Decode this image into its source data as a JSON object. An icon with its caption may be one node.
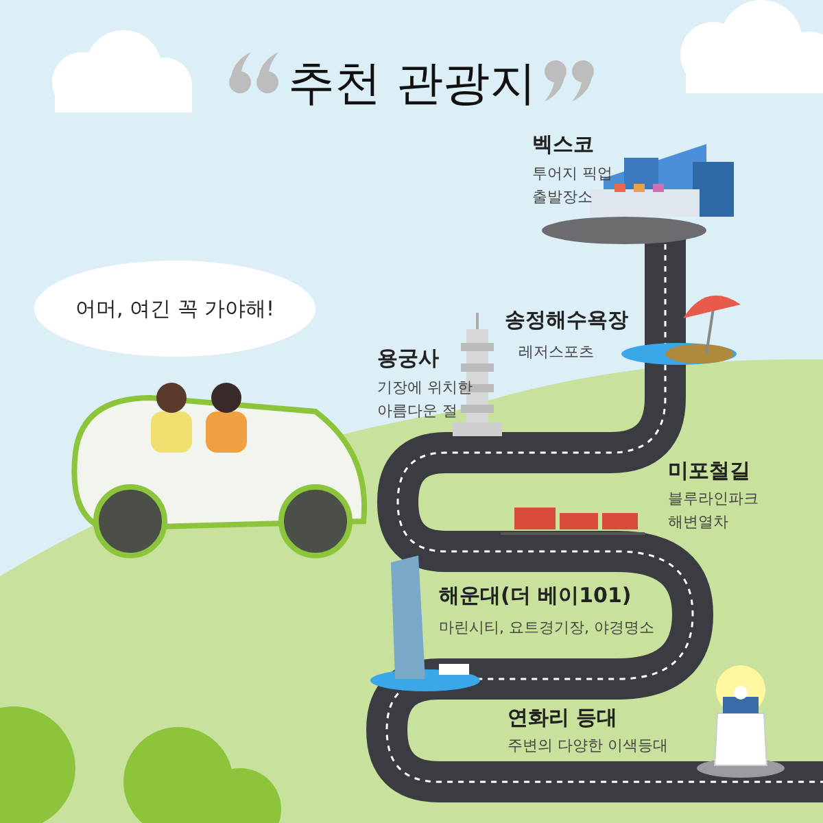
{
  "diagram": {
    "title": "추천 관광지",
    "nodes": [
      {
        "text": [
          "어머, 여긴 꼭 가야해!"
        ]
      }
    ],
    "labels": [
      "벡스코",
      "투어지 픽업 출발장소",
      "송정해수욕장",
      "레저스포츠",
      "용궁사",
      "기장에 위치한 아름다운 절",
      "미포철길",
      "블루라인파크 해변열차",
      "해운대(더 베이101)",
      "마린시티, 요트경기장, 야경명소",
      "연화리 등대",
      "주변의 다양한 이색등대"
    ]
  }
}
